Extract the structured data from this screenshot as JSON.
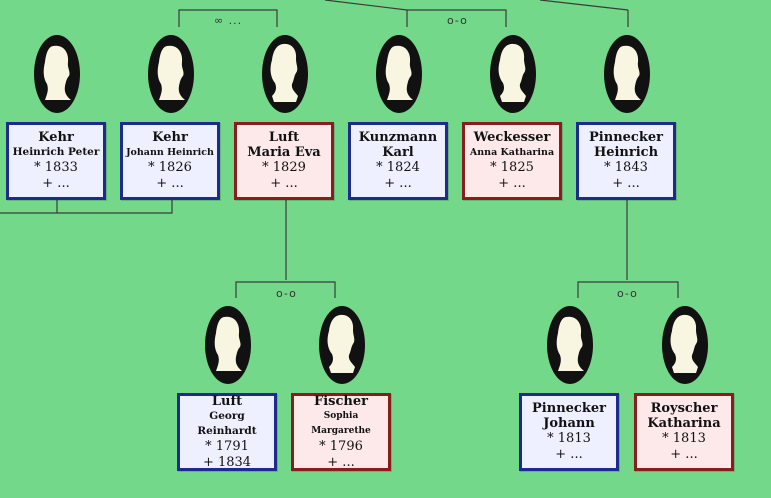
{
  "couple_symbols": {
    "row1_left": "∞ ...",
    "row1_right": "o-o",
    "row2_left": "o-o",
    "row2_right": "o-o"
  },
  "persons": [
    {
      "id": "kehr-heinrich-peter",
      "surname": "Kehr",
      "given": "Heinrich Peter",
      "born": "* 1833",
      "died": "+ ...",
      "sex": "male"
    },
    {
      "id": "kehr-johann-heinrich",
      "surname": "Kehr",
      "given": "Johann Heinrich",
      "born": "* 1826",
      "died": "+ ...",
      "sex": "male"
    },
    {
      "id": "luft-maria-eva",
      "surname": "Luft",
      "given": "Maria Eva",
      "born": "* 1829",
      "died": "+ ...",
      "sex": "female"
    },
    {
      "id": "kunzmann-karl",
      "surname": "Kunzmann",
      "given": "Karl",
      "born": "* 1824",
      "died": "+ ...",
      "sex": "male"
    },
    {
      "id": "weckesser-anna-katharina",
      "surname": "Weckesser",
      "given": "Anna Katharina",
      "born": "* 1825",
      "died": "+ ...",
      "sex": "female"
    },
    {
      "id": "pinnecker-heinrich",
      "surname": "Pinnecker",
      "given": "Heinrich",
      "born": "* 1843",
      "died": "+ ...",
      "sex": "male"
    },
    {
      "id": "luft-georg-reinhardt",
      "surname": "Luft",
      "given": "Georg Reinhardt",
      "born": "* 1791",
      "died": "+ 1834",
      "sex": "male"
    },
    {
      "id": "fischer-sophia-margarethe",
      "surname": "Fischer",
      "given": "Sophia Margarethe",
      "born": "* 1796",
      "died": "+ ...",
      "sex": "female"
    },
    {
      "id": "pinnecker-johann",
      "surname": "Pinnecker",
      "given": "Johann",
      "born": "* 1813",
      "died": "+ ...",
      "sex": "male"
    },
    {
      "id": "royscher-katharina",
      "surname": "Royscher",
      "given": "Katharina",
      "born": "* 1813",
      "died": "+ ...",
      "sex": "female"
    }
  ]
}
